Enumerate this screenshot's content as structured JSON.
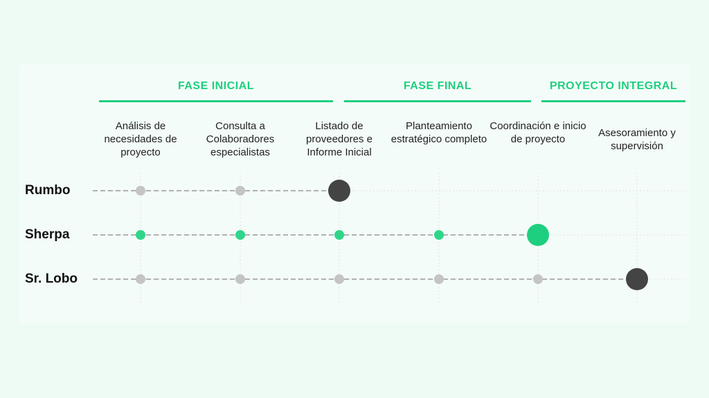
{
  "phases": [
    {
      "label": "FASE INICIAL"
    },
    {
      "label": "FASE FINAL"
    },
    {
      "label": "PROYECTO INTEGRAL"
    }
  ],
  "steps": [
    {
      "label": "Análisis de necesidades de proyecto"
    },
    {
      "label": "Consulta a Colaboradores especialistas"
    },
    {
      "label": "Listado de proveedores e Informe Inicial"
    },
    {
      "label": "Planteamiento estratégico completo"
    },
    {
      "label": "Coordinación e inicio de proyecto"
    },
    {
      "label": "Asesoramiento y supervisión"
    }
  ],
  "rows": [
    {
      "label": "Rumbo",
      "reach": 3,
      "active": false
    },
    {
      "label": "Sherpa",
      "reach": 5,
      "active": true
    },
    {
      "label": "Sr. Lobo",
      "reach": 6,
      "active": false
    }
  ],
  "colors": {
    "accent": "#1ecf7f",
    "end_dark": "#444444",
    "dot_grey": "#c4c4c4",
    "dot_green": "#2fd68a",
    "line": "#a8a8a8"
  }
}
